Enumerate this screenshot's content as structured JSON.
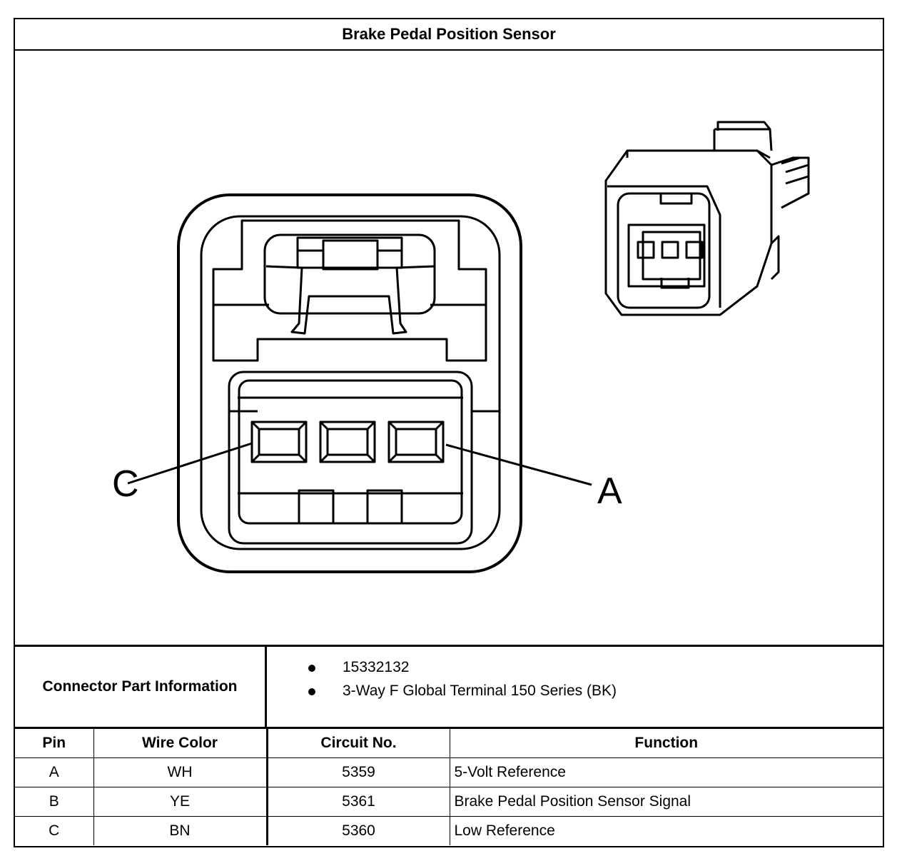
{
  "title": "Brake Pedal Position Sensor",
  "diagram": {
    "pin_label_left": "C",
    "pin_label_right": "A"
  },
  "connector_info": {
    "label": "Connector Part Information",
    "items": [
      "15332132",
      "3-Way F Global Terminal 150 Series (BK)"
    ]
  },
  "table": {
    "headers": [
      "Pin",
      "Wire Color",
      "Circuit No.",
      "Function"
    ],
    "rows": [
      {
        "pin": "A",
        "wire": "WH",
        "circuit": "5359",
        "function": "5-Volt Reference"
      },
      {
        "pin": "B",
        "wire": "YE",
        "circuit": "5361",
        "function": "Brake Pedal Position Sensor Signal"
      },
      {
        "pin": "C",
        "wire": "BN",
        "circuit": "5360",
        "function": "Low Reference"
      }
    ]
  }
}
